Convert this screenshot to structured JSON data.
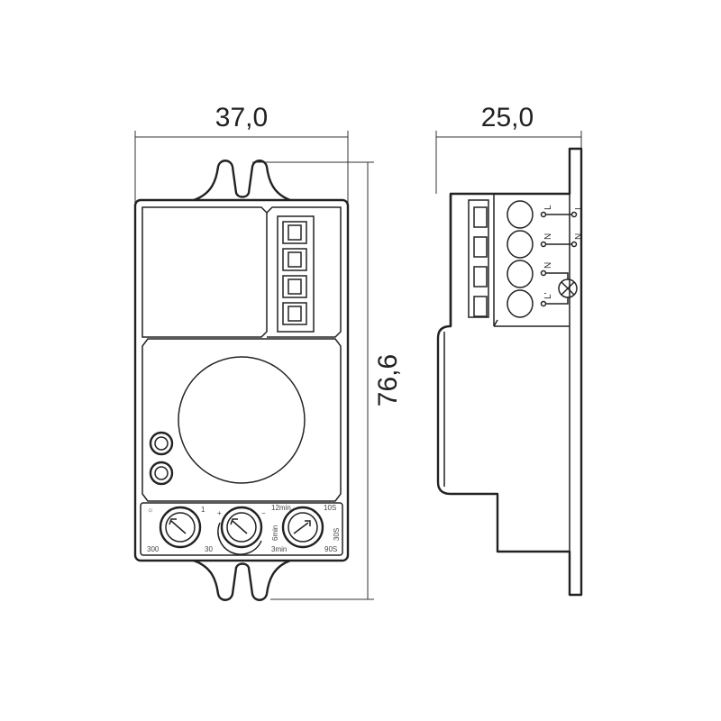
{
  "dimensions": {
    "width": "37,0",
    "depth": "25,0",
    "height": "76,6"
  },
  "dials": [
    {
      "icon": "sun-icon",
      "top_right": "1",
      "bottom_left": "300",
      "bottom_right": "30"
    },
    {
      "top_left": "+",
      "top_right": "−"
    },
    {
      "top_left": "12min",
      "top_right": "10S",
      "left_vertical": "6min",
      "right_vertical": "30S",
      "bottom_left": "3min",
      "bottom_right": "90S"
    }
  ],
  "terminals": {
    "row1": [
      "L",
      "L"
    ],
    "row2": [
      "N",
      "N"
    ],
    "row3": [
      "N"
    ],
    "row4": [
      "L'"
    ]
  }
}
